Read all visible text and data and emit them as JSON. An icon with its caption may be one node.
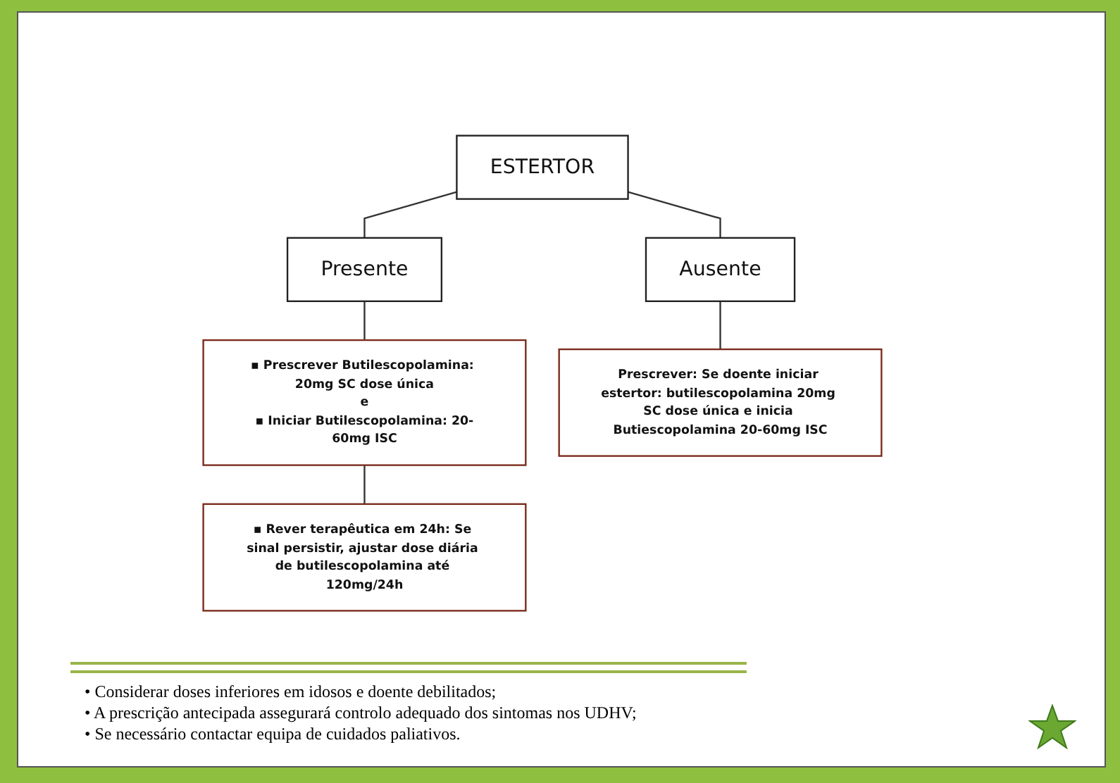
{
  "diagram": {
    "nodes": [
      {
        "text": [
          "ESTERTOR"
        ]
      },
      {
        "text": [
          "Presente"
        ]
      },
      {
        "text": [
          "Ausente"
        ]
      },
      {
        "text": [
          "▪ Prescrever Butilescopolamina: 20mg SC dose única",
          "e",
          "▪ Iniciar Butilescopolamina: 20-60mg ISC"
        ]
      },
      {
        "text": [
          "Prescrever: Se doente iniciar estertor: butilescopolamina 20mg SC dose única e inicia Butiescopolamina 20-60mg ISC"
        ]
      },
      {
        "text": [
          "▪ Rever terapêutica em 24h: Se sinal persistir, ajustar dose diária de butilescopolamina até 120mg/24h"
        ]
      }
    ],
    "edges": [
      {
        "from": 0,
        "to": 1,
        "arrow": "none"
      },
      {
        "from": 0,
        "to": 2,
        "arrow": "none"
      },
      {
        "from": 1,
        "to": 3,
        "arrow": "none"
      },
      {
        "from": 2,
        "to": 4,
        "arrow": "none"
      },
      {
        "from": 3,
        "to": 5,
        "arrow": "none"
      }
    ],
    "labels": [
      "• Considerar doses inferiores em idosos e doente debilitados;",
      "• A prescrição antecipada assegurará controlo adequado dos sintomas nos UDHV;",
      "• Se necessário contactar equipa de cuidados paliativos."
    ]
  }
}
